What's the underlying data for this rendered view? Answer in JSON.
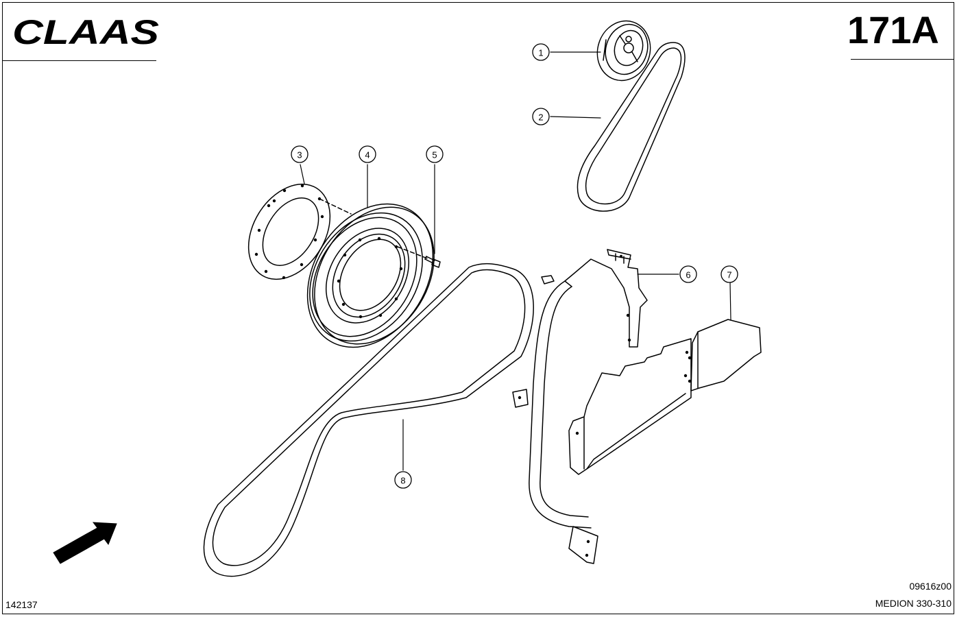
{
  "header": {
    "brand": "CLAAS",
    "page_number": "171A"
  },
  "callouts": [
    {
      "number": "1"
    },
    {
      "number": "2"
    },
    {
      "number": "3"
    },
    {
      "number": "4"
    },
    {
      "number": "5"
    },
    {
      "number": "6"
    },
    {
      "number": "7"
    },
    {
      "number": "8"
    }
  ],
  "footer": {
    "sheet_code": "142137",
    "drawing_code": "09616z00",
    "model": "MEDION 330-310"
  },
  "icons": {
    "direction_arrow": "direction-arrow-icon"
  },
  "colors": {
    "ink": "#000000",
    "paper": "#ffffff"
  }
}
